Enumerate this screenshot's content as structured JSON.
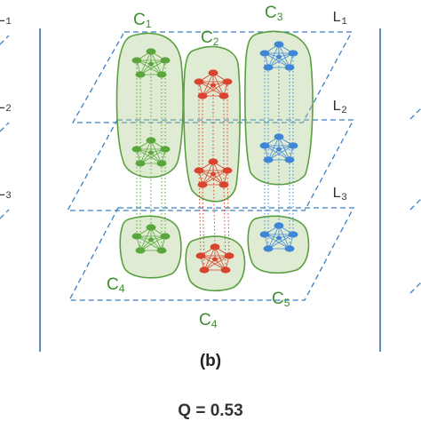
{
  "figure": {
    "panel_caption": "(b)",
    "q_label": "Q = 0.53"
  },
  "layers": [
    {
      "letter": "L",
      "sub": "1"
    },
    {
      "letter": "L",
      "sub": "2"
    },
    {
      "letter": "L",
      "sub": "3"
    }
  ],
  "left_panel_layers": [
    {
      "letter": "L",
      "sub": "1"
    },
    {
      "letter": "L",
      "sub": "2"
    },
    {
      "letter": "L",
      "sub": "3"
    }
  ],
  "communities": [
    {
      "letter": "C",
      "sub": "1"
    },
    {
      "letter": "C",
      "sub": "2"
    },
    {
      "letter": "C",
      "sub": "3"
    },
    {
      "letter": "C",
      "sub": "4"
    },
    {
      "letter": "C",
      "sub": "5"
    },
    {
      "letter": "C",
      "sub": "4"
    }
  ],
  "colors": {
    "green_cluster": "#5aa63c",
    "red_cluster": "#d9432f",
    "blue_cluster": "#3f87d6",
    "community_outline": "#5aa041",
    "plane_dash": "#3b7fc4"
  }
}
